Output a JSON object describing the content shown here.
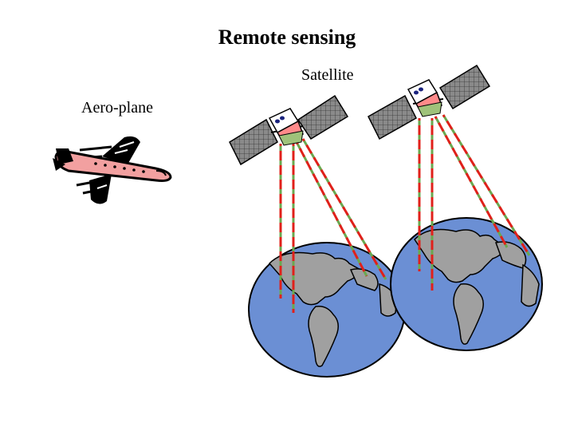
{
  "title": "Remote sensing",
  "labels": {
    "satellite": "Satellite",
    "aeroplane": "Aero-plane"
  },
  "colors": {
    "globe_ocean": "#6b8fd4",
    "land": "#a0a0a0",
    "beam_red": "#e0201a",
    "beam_green": "#6aa84f",
    "solar_panel": "#8a8a8a"
  },
  "icons": [
    "airplane-icon",
    "satellite-icon",
    "globe-icon"
  ]
}
